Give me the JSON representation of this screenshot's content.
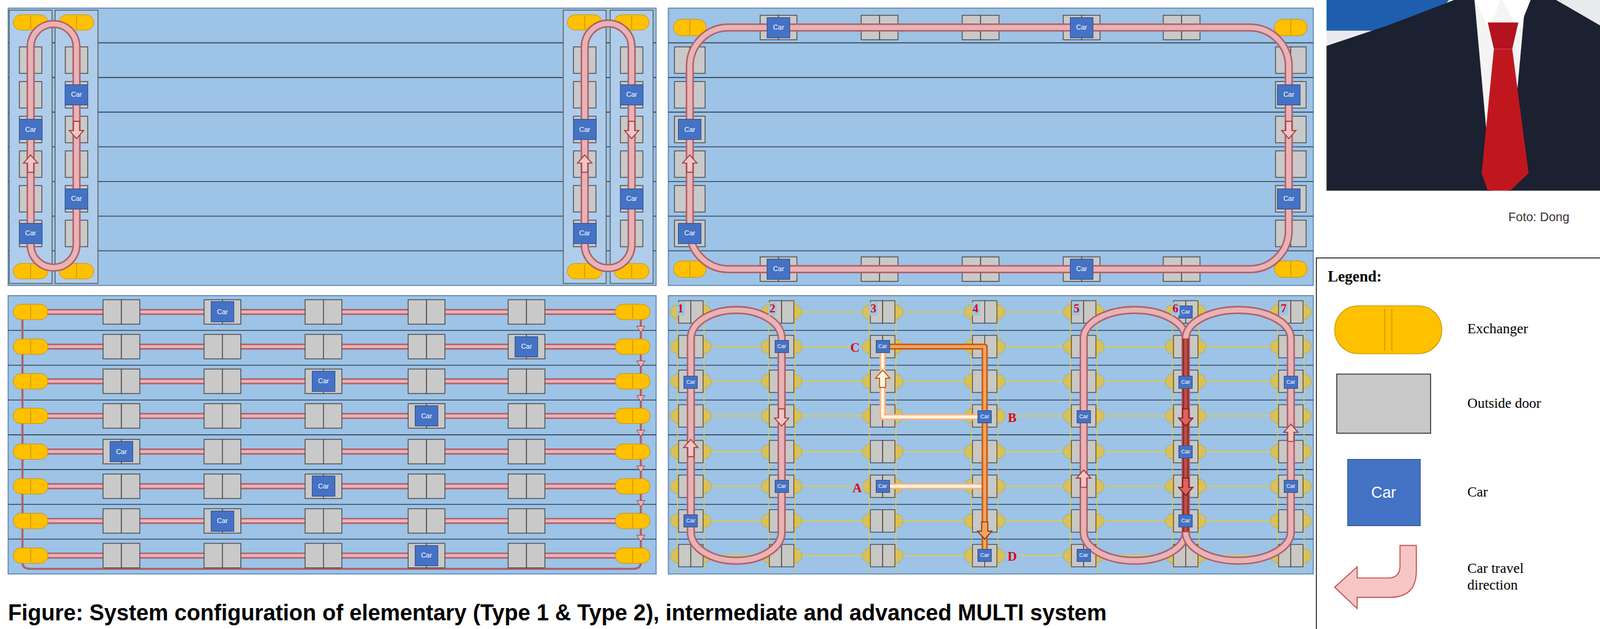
{
  "diagram": {
    "caption": "Figure: System configuration of elementary (Type 1 & Type 2), intermediate and advanced MULTI system",
    "nodes": [
      {
        "text": [
          "Car"
        ]
      },
      {
        "text": [
          "Car"
        ]
      },
      {
        "text": [
          "Car"
        ]
      },
      {
        "text": [
          "Car"
        ]
      },
      {
        "text": [
          "Car"
        ]
      },
      {
        "text": [
          "Car"
        ]
      },
      {
        "text": [
          "Car"
        ]
      },
      {
        "text": [
          "Car"
        ]
      },
      {
        "text": [
          "Car"
        ]
      },
      {
        "text": [
          "Car"
        ]
      },
      {
        "text": [
          "Car"
        ]
      },
      {
        "text": [
          "Car"
        ]
      },
      {
        "text": [
          "Car"
        ]
      },
      {
        "text": [
          "Car"
        ]
      },
      {
        "text": [
          "Car"
        ]
      },
      {
        "text": [
          "Car"
        ]
      },
      {
        "text": [
          "Car"
        ]
      },
      {
        "text": [
          "Car"
        ]
      },
      {
        "text": [
          "Car"
        ]
      },
      {
        "text": [
          "Car"
        ]
      },
      {
        "text": [
          "Car"
        ]
      },
      {
        "text": [
          "Car"
        ]
      },
      {
        "text": [
          "Car"
        ]
      },
      {
        "text": [
          "Car"
        ]
      },
      {
        "text": [
          "Car"
        ]
      },
      {
        "text": [
          "Car"
        ]
      },
      {
        "text": [
          "Car"
        ]
      },
      {
        "text": [
          "Car"
        ]
      },
      {
        "text": [
          "Car"
        ]
      },
      {
        "text": [
          "Car"
        ]
      },
      {
        "text": [
          "Car"
        ]
      },
      {
        "text": [
          "Car"
        ]
      },
      {
        "text": [
          "Car"
        ]
      },
      {
        "text": [
          "Car"
        ]
      },
      {
        "text": [
          "Car"
        ]
      },
      {
        "text": [
          "Car"
        ]
      },
      {
        "text": [
          "Car"
        ]
      },
      {
        "text": [
          "Car"
        ]
      },
      {
        "text": [
          "Car"
        ]
      },
      {
        "text": [
          "Car"
        ]
      },
      {
        "text": [
          "Car"
        ]
      }
    ],
    "labels": [
      "1",
      "2",
      "3",
      "4",
      "5",
      "6",
      "7",
      "C",
      "B",
      "A",
      "D",
      "Foto: Dong",
      "Legend:"
    ],
    "legend": [
      {
        "text": "Exchanger",
        "color": "#FFC000"
      },
      {
        "text": "Outside door",
        "color": "#C9C9C9"
      },
      {
        "text": "Car",
        "color": "#4472C4"
      },
      {
        "text": "Car travel direction"
      }
    ]
  }
}
